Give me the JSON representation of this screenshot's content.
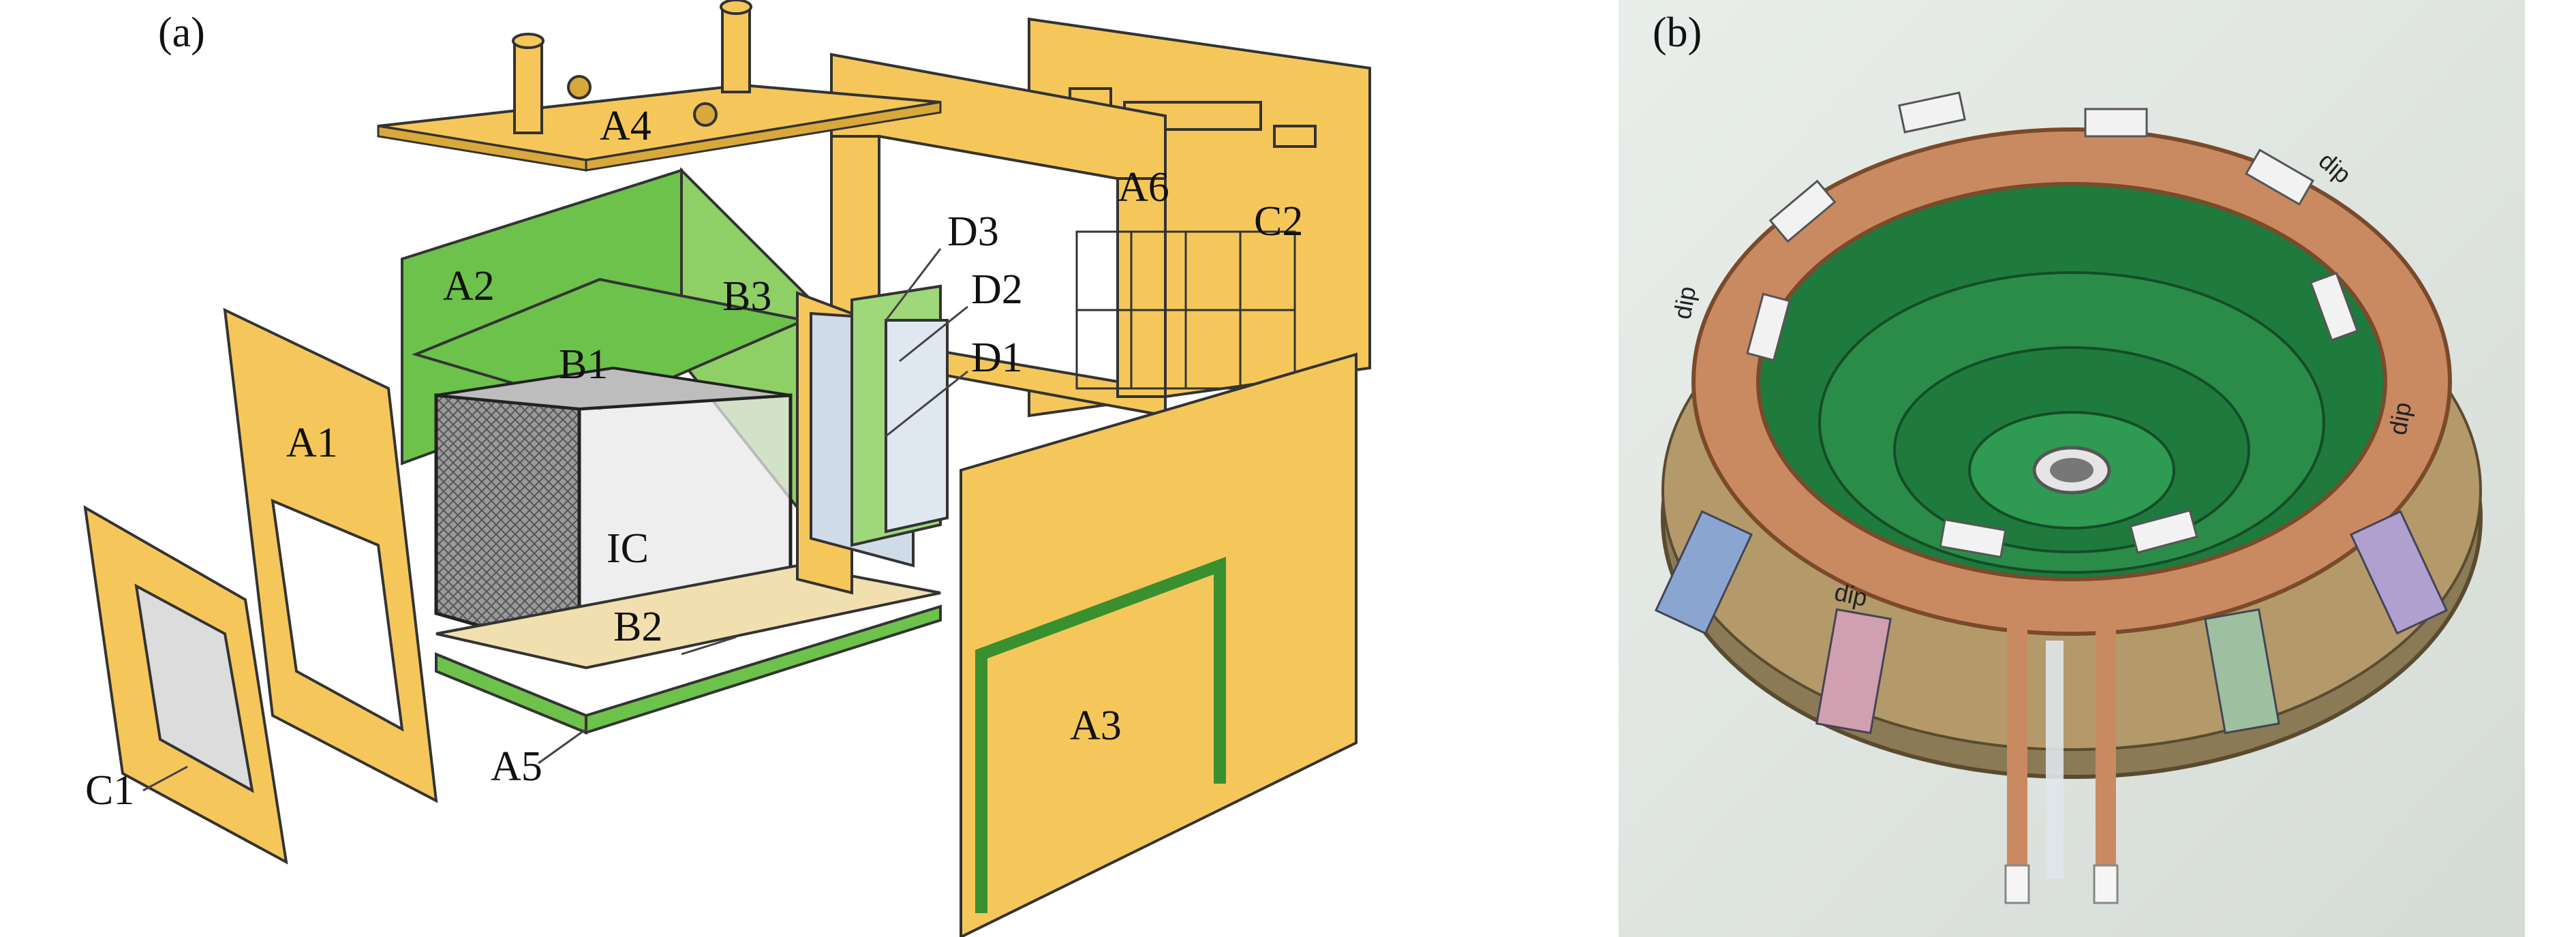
{
  "panels": [
    {
      "label": "(a)"
    },
    {
      "label": "(b)"
    }
  ],
  "parts": {
    "A1": "A1",
    "A2": "A2",
    "A3": "A3",
    "A4": "A4",
    "A5": "A5",
    "A6": "A6",
    "B1": "B1",
    "B2": "B2",
    "B3": "B3",
    "C1": "C1",
    "C2": "C2",
    "D1": "D1",
    "D2": "D2",
    "D3": "D3",
    "IC": "IC"
  },
  "photo_labels": [
    "dip",
    "dip",
    "dip",
    "dip"
  ],
  "colors": {
    "yellow": "#f5c75a",
    "yellow_dark": "#d9a83a",
    "green": "#6cc24a",
    "green_light": "#9fd77b",
    "copper": "#c98a62",
    "pcb": "#1f7a3e"
  }
}
